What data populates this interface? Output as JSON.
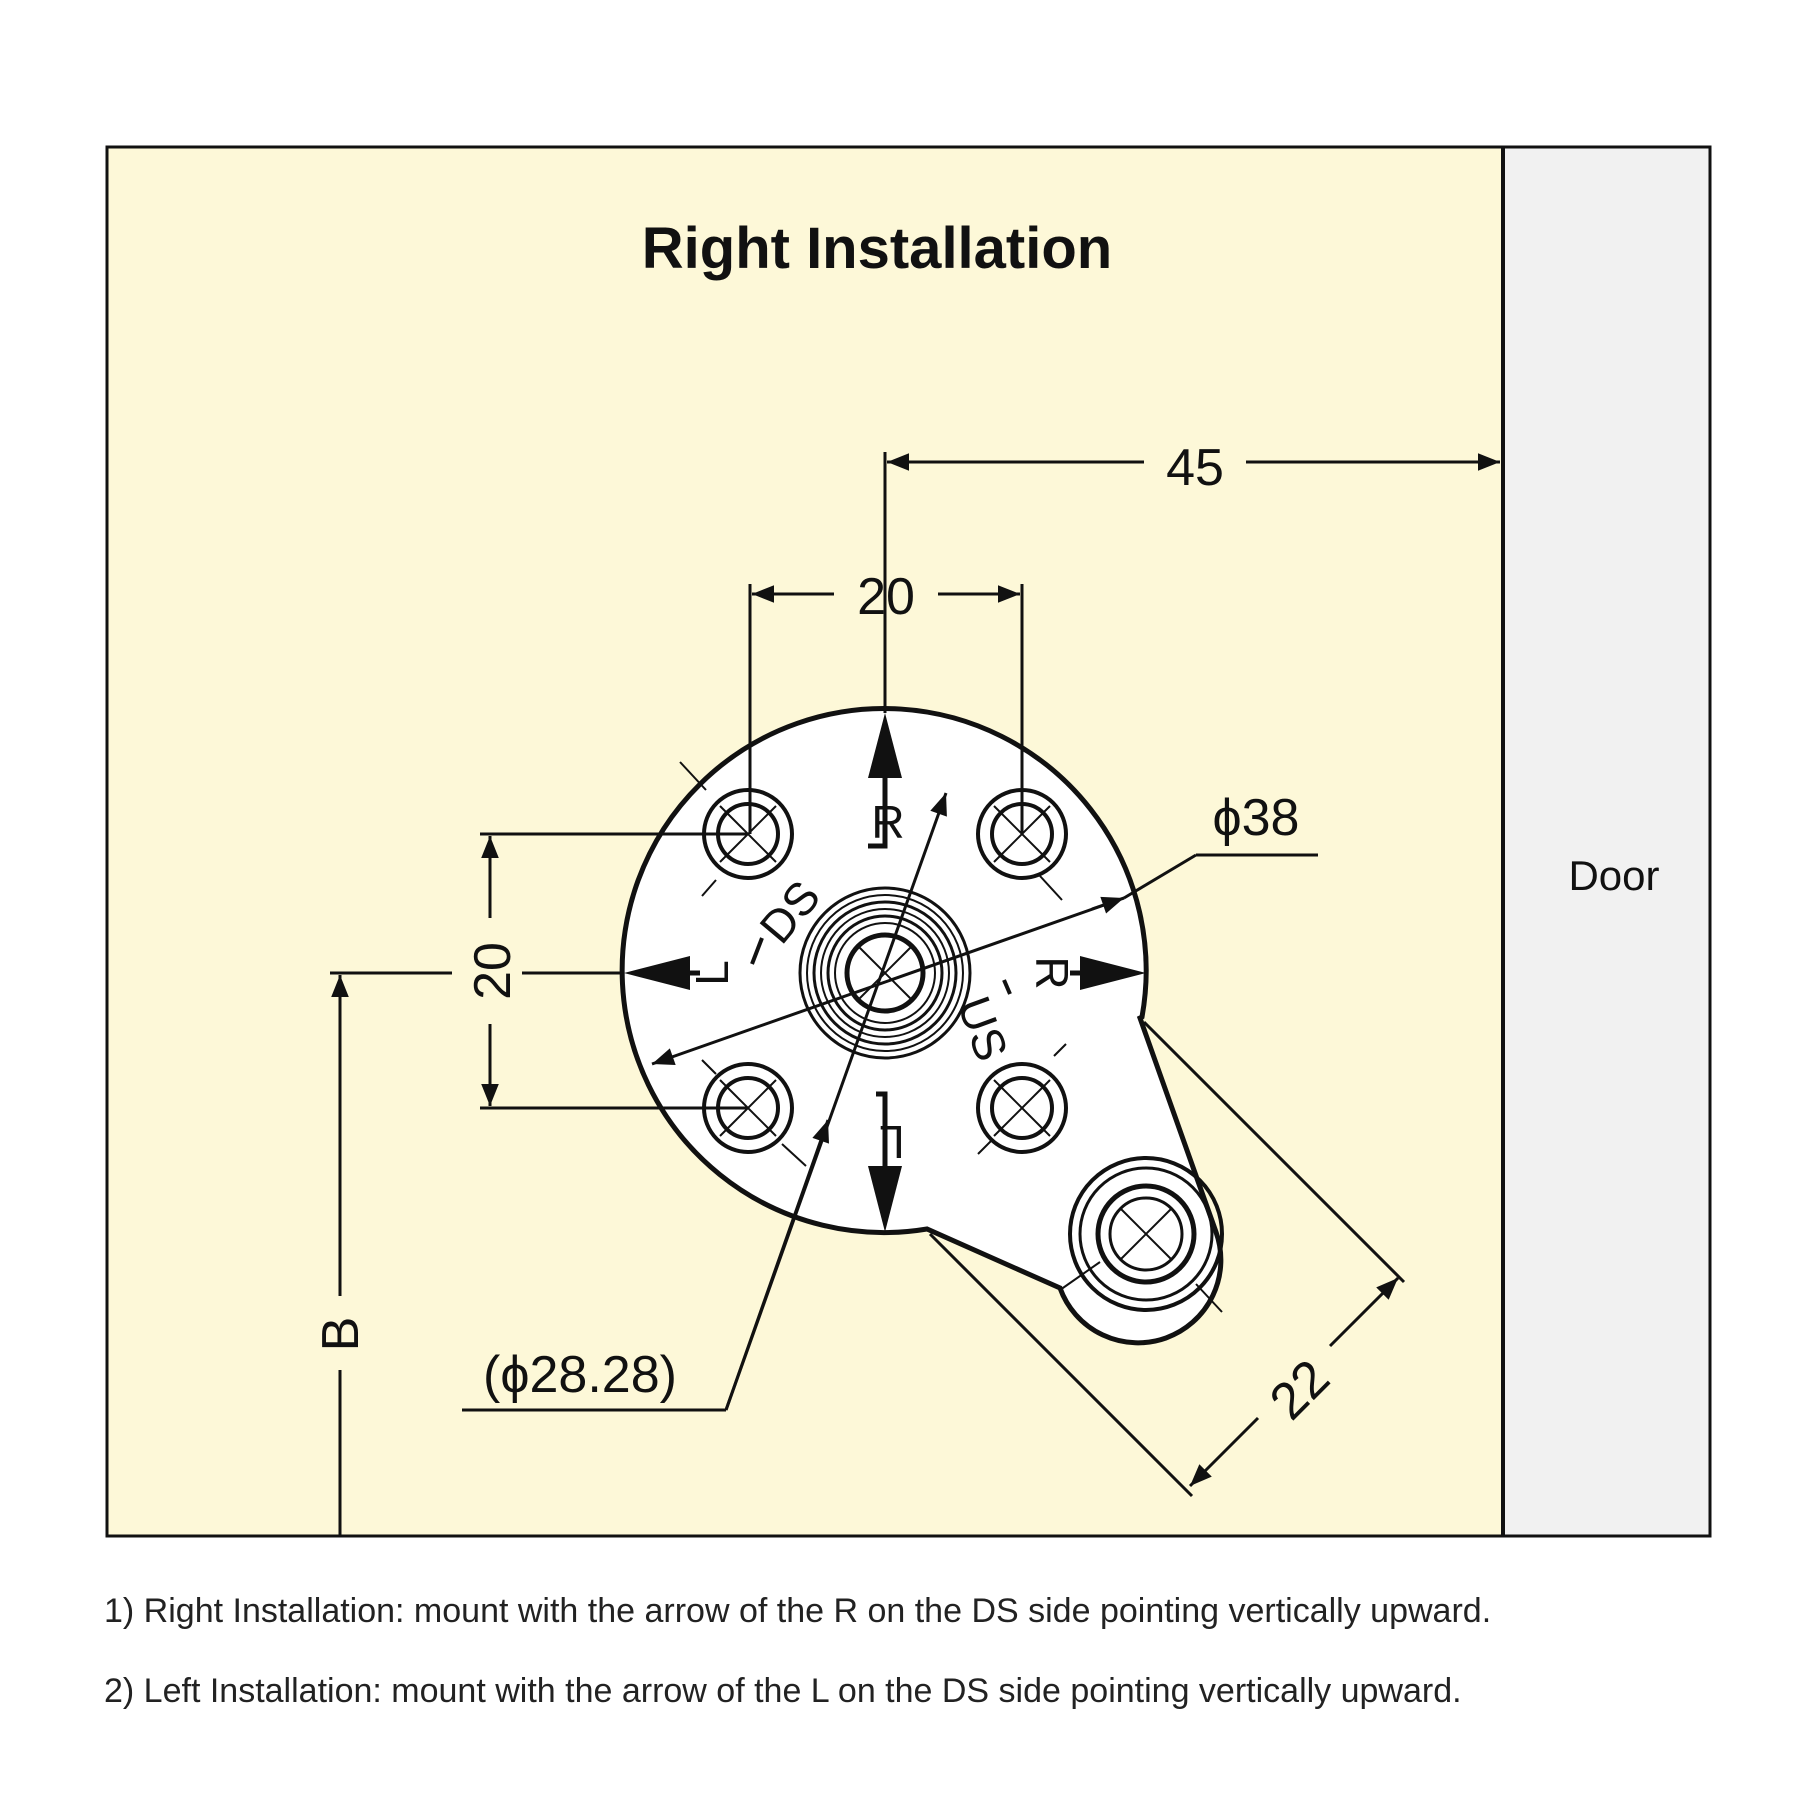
{
  "title": "Right Installation",
  "door_label": "Door",
  "dimensions": {
    "top_45": "45",
    "hole_spacing_horizontal": "20",
    "hole_spacing_vertical": "20",
    "outer_diameter": "ϕ38",
    "bolt_circle_diameter": "(ϕ28.28)",
    "arm_length": "22",
    "height": "B"
  },
  "markings": {
    "right_top": "R",
    "right_side": "R",
    "left_side": "L",
    "left_bottom": "L",
    "ds": "DS",
    "us": "US"
  },
  "notes": [
    "1) Right Installation: mount with the arrow of the R on the DS side pointing vertically upward.",
    "2) Left Installation: mount with the arrow of the L on the DS side pointing vertically upward."
  ],
  "colors": {
    "cabinet_fill": "#fdf8d8",
    "door_fill": "#f1f1f1",
    "line": "#111111"
  }
}
